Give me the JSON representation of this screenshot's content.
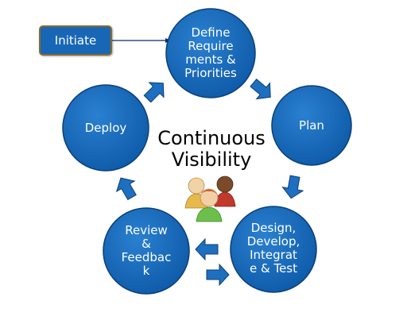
{
  "diagram": {
    "initiate_label": "Initiate",
    "center_title": "Continuous\nVisibility",
    "nodes": [
      {
        "id": "define",
        "label": "Define\nRequire\nments &\nPriorities"
      },
      {
        "id": "plan",
        "label": "Plan"
      },
      {
        "id": "design",
        "label": "Design,\nDevelop,\nIntegrat\ne & Test"
      },
      {
        "id": "review",
        "label": "Review\n&\nFeedbac\nk"
      },
      {
        "id": "deploy",
        "label": "Deploy"
      }
    ],
    "colors": {
      "node_fill": "#1767b6",
      "node_stroke": "#0a3f78",
      "arrow_fill": "#1f6fc0",
      "initiate_border": "#8a6a2a",
      "people": [
        "#e8b84a",
        "#c0392b",
        "#6cbf4b"
      ]
    },
    "icons": [
      "team-people-icon"
    ]
  }
}
